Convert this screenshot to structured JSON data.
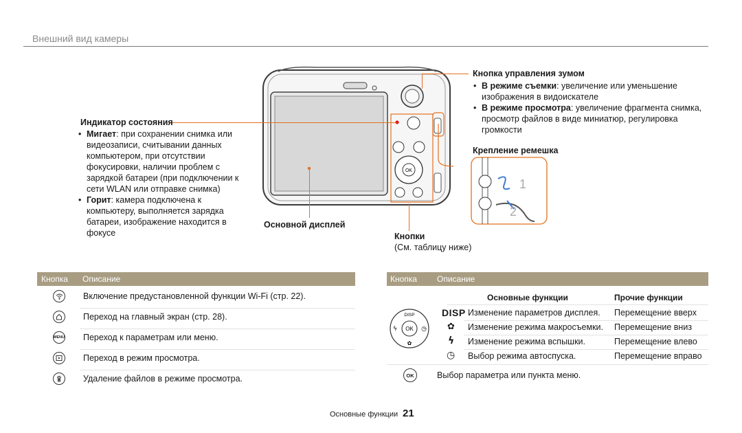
{
  "page": {
    "section_title": "Внешний вид камеры",
    "footer_label": "Основные функции",
    "page_number": "21"
  },
  "callouts": {
    "status_indicator": {
      "title": "Индикатор состояния",
      "items": [
        {
          "bold": "Мигает",
          "text": ": при сохранении снимка или видеозаписи, считывании данных компьютером, при отсутствии фокусировки, наличии проблем с зарядкой батареи (при подключении к сети WLAN или отправке снимка)"
        },
        {
          "bold": "Горит",
          "text": ": камера подключена к компьютеру, выполняется зарядка батареи, изображение находится в фокусе"
        }
      ]
    },
    "zoom_button": {
      "title": "Кнопка управления зумом",
      "items": [
        {
          "bold": "В режиме съемки",
          "text": ": увеличение или уменьшение изображения в видоискателе"
        },
        {
          "bold": "В режиме просмотра",
          "text": ": увеличение фрагмента снимка, просмотр файлов в виде миниатюр, регулировка громкости"
        }
      ]
    },
    "strap_mount": {
      "title": "Крепление ремешка",
      "step1": "1",
      "step2": "2"
    },
    "main_display": {
      "title": "Основной дисплей"
    },
    "buttons": {
      "title": "Кнопки",
      "note": "(См. таблицу ниже)"
    }
  },
  "left_table": {
    "col_button": "Кнопка",
    "col_description": "Описание",
    "rows": [
      {
        "icon": "wifi-icon",
        "description": "Включение предустановленной функции Wi-Fi (стр. 22)."
      },
      {
        "icon": "home-icon",
        "description": "Переход на главный экран (стр. 28)."
      },
      {
        "icon": "menu-icon",
        "icon_text": "MENU",
        "description": "Переход к параметрам или меню."
      },
      {
        "icon": "playback-icon",
        "description": "Переход в режим просмотра."
      },
      {
        "icon": "trash-icon",
        "description": "Удаление файлов в режиме просмотра."
      }
    ]
  },
  "right_table": {
    "col_button": "Кнопка",
    "col_description": "Описание",
    "sub_basic": "Основные функции",
    "sub_other": "Прочие функции",
    "dial_labels": {
      "disp": "DISP",
      "ok": "OK"
    },
    "rows": [
      {
        "icon": "disp-icon",
        "icon_text": "DISP",
        "basic": "Изменение параметров дисплея.",
        "other": "Перемещение вверх"
      },
      {
        "icon": "macro-icon",
        "icon_text": "✿",
        "basic": "Изменение режима макросъемки.",
        "other": "Перемещение вниз"
      },
      {
        "icon": "flash-icon",
        "icon_text": "ϟ",
        "basic": "Изменение режима вспышки.",
        "other": "Перемещение влево"
      },
      {
        "icon": "timer-icon",
        "icon_text": "◷",
        "basic": "Выбор режима автоспуска.",
        "other": "Перемещение вправо"
      }
    ],
    "ok_row": {
      "icon": "ok-icon",
      "icon_text": "OK",
      "description": "Выбор параметра или пункта меню."
    }
  }
}
